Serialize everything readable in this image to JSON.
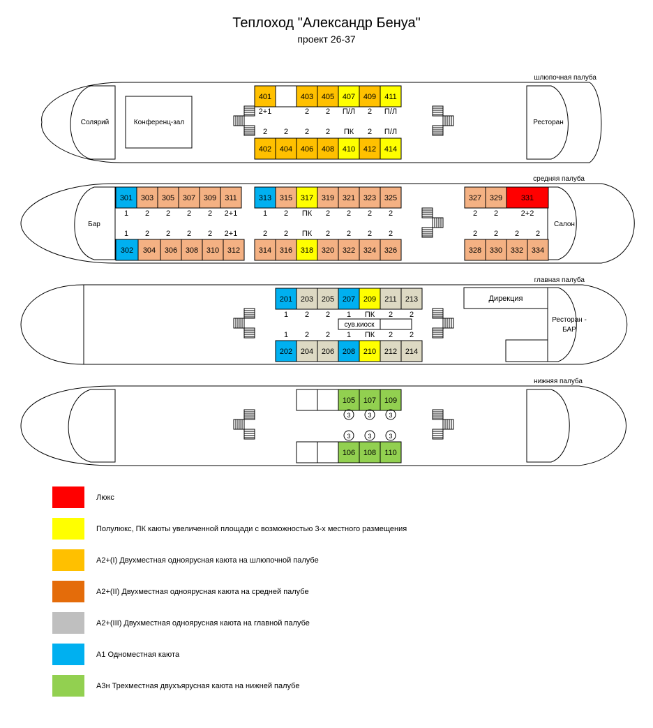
{
  "title": "Теплоход \"Александр Бенуа\"",
  "subtitle": "проект 26-37",
  "colors": {
    "lux": "#ff0000",
    "semilux": "#ffff00",
    "a2_boat": "#ffc000",
    "a2_middle": "#f4b183",
    "a2_main": "#ddd9c3",
    "a1": "#00b0f0",
    "a3n": "#92d050",
    "empty": "#ffffff"
  },
  "decks": {
    "boat": {
      "label": "шлюпочная палуба",
      "solarium": "Солярий",
      "conference": "Конференц-зал",
      "restaurant": "Ресторан",
      "top_cabins": [
        {
          "num": "401",
          "color": "a2_boat"
        },
        {
          "num": "",
          "color": "empty"
        },
        {
          "num": "403",
          "color": "a2_boat"
        },
        {
          "num": "405",
          "color": "a2_boat"
        },
        {
          "num": "407",
          "color": "semilux"
        },
        {
          "num": "409",
          "color": "a2_boat"
        },
        {
          "num": "411",
          "color": "semilux"
        }
      ],
      "top_caps": [
        "2+1",
        "",
        "2",
        "2",
        "П/Л",
        "2",
        "П/Л"
      ],
      "bottom_caps": [
        "2",
        "2",
        "2",
        "2",
        "ПК",
        "2",
        "П/Л"
      ],
      "bottom_cabins": [
        {
          "num": "402",
          "color": "a2_boat"
        },
        {
          "num": "404",
          "color": "a2_boat"
        },
        {
          "num": "406",
          "color": "a2_boat"
        },
        {
          "num": "408",
          "color": "a2_boat"
        },
        {
          "num": "410",
          "color": "semilux"
        },
        {
          "num": "412",
          "color": "a2_boat"
        },
        {
          "num": "414",
          "color": "semilux"
        }
      ]
    },
    "middle": {
      "label": "средняя палуба",
      "bar": "Бар",
      "salon": "Салон",
      "top_left": [
        {
          "num": "301",
          "color": "a1"
        },
        {
          "num": "303",
          "color": "a2_middle"
        },
        {
          "num": "305",
          "color": "a2_middle"
        },
        {
          "num": "307",
          "color": "a2_middle"
        },
        {
          "num": "309",
          "color": "a2_middle"
        },
        {
          "num": "311",
          "color": "a2_middle"
        }
      ],
      "top_left_caps": [
        "1",
        "2",
        "2",
        "2",
        "2",
        "2+1"
      ],
      "bottom_left_caps": [
        "1",
        "2",
        "2",
        "2",
        "2",
        "2+1"
      ],
      "bottom_left": [
        {
          "num": "302",
          "color": "a1"
        },
        {
          "num": "304",
          "color": "a2_middle"
        },
        {
          "num": "306",
          "color": "a2_middle"
        },
        {
          "num": "308",
          "color": "a2_middle"
        },
        {
          "num": "310",
          "color": "a2_middle"
        },
        {
          "num": "312",
          "color": "a2_middle"
        }
      ],
      "top_mid": [
        {
          "num": "313",
          "color": "a1"
        },
        {
          "num": "315",
          "color": "a2_middle"
        },
        {
          "num": "317",
          "color": "semilux"
        },
        {
          "num": "319",
          "color": "a2_middle"
        },
        {
          "num": "321",
          "color": "a2_middle"
        },
        {
          "num": "323",
          "color": "a2_middle"
        },
        {
          "num": "325",
          "color": "a2_middle"
        }
      ],
      "top_mid_caps": [
        "1",
        "2",
        "ПК",
        "2",
        "2",
        "2",
        "2"
      ],
      "bottom_mid_caps": [
        "2",
        "2",
        "ПК",
        "2",
        "2",
        "2",
        "2"
      ],
      "bottom_mid": [
        {
          "num": "314",
          "color": "a2_middle"
        },
        {
          "num": "316",
          "color": "a2_middle"
        },
        {
          "num": "318",
          "color": "semilux"
        },
        {
          "num": "320",
          "color": "a2_middle"
        },
        {
          "num": "322",
          "color": "a2_middle"
        },
        {
          "num": "324",
          "color": "a2_middle"
        },
        {
          "num": "326",
          "color": "a2_middle"
        }
      ],
      "top_right": [
        {
          "num": "327",
          "color": "a2_middle"
        },
        {
          "num": "329",
          "color": "a2_middle"
        },
        {
          "num": "331",
          "color": "lux"
        }
      ],
      "top_right_caps": [
        "2",
        "2",
        "2+2"
      ],
      "bottom_right_caps": [
        "2",
        "2",
        "2",
        "2"
      ],
      "bottom_right": [
        {
          "num": "328",
          "color": "a2_middle"
        },
        {
          "num": "330",
          "color": "a2_middle"
        },
        {
          "num": "332",
          "color": "a2_middle"
        },
        {
          "num": "334",
          "color": "a2_middle"
        }
      ]
    },
    "main": {
      "label": "главная палуба",
      "direction": "Дирекция",
      "restaurant_bar_1": "Ресторан -",
      "restaurant_bar_2": "БАР",
      "kiosk": "сув.киоск",
      "top_cabins": [
        {
          "num": "201",
          "color": "a1"
        },
        {
          "num": "203",
          "color": "a2_main"
        },
        {
          "num": "205",
          "color": "a2_main"
        },
        {
          "num": "207",
          "color": "a1"
        },
        {
          "num": "209",
          "color": "semilux"
        },
        {
          "num": "211",
          "color": "a2_main"
        },
        {
          "num": "213",
          "color": "a2_main"
        }
      ],
      "top_caps": [
        "1",
        "2",
        "2",
        "1",
        "ПК",
        "2",
        "2"
      ],
      "bottom_caps": [
        "1",
        "2",
        "2",
        "1",
        "ПК",
        "2",
        "2"
      ],
      "bottom_cabins": [
        {
          "num": "202",
          "color": "a1"
        },
        {
          "num": "204",
          "color": "a2_main"
        },
        {
          "num": "206",
          "color": "a2_main"
        },
        {
          "num": "208",
          "color": "a1"
        },
        {
          "num": "210",
          "color": "semilux"
        },
        {
          "num": "212",
          "color": "a2_main"
        },
        {
          "num": "214",
          "color": "a2_main"
        }
      ]
    },
    "lower": {
      "label": "нижняя палуба",
      "top_cabins": [
        {
          "num": "",
          "color": "empty"
        },
        {
          "num": "",
          "color": "empty"
        },
        {
          "num": "105",
          "color": "a3n"
        },
        {
          "num": "107",
          "color": "a3n"
        },
        {
          "num": "109",
          "color": "a3n"
        }
      ],
      "bottom_cabins": [
        {
          "num": "",
          "color": "empty"
        },
        {
          "num": "",
          "color": "empty"
        },
        {
          "num": "106",
          "color": "a3n"
        },
        {
          "num": "108",
          "color": "a3n"
        },
        {
          "num": "110",
          "color": "a3n"
        }
      ],
      "top_caps": [
        "3",
        "3",
        "3"
      ],
      "bottom_caps": [
        "3",
        "3",
        "3"
      ]
    }
  },
  "legend": [
    {
      "color": "lux",
      "label": "Люкс"
    },
    {
      "color": "semilux",
      "label": "Полулюкс, ПК каюты увеличенной площади с возможностью 3-х местного размещения"
    },
    {
      "color": "a2_boat",
      "label": "А2+(I) Двухместная одноярусная каюта на шлюпочной палубе"
    },
    {
      "color": "a2_middle",
      "label": "А2+(II) Двухместная одноярусная каюта на средней палубе"
    },
    {
      "color": "a2_main",
      "label": "А2+(III) Двухместная одноярусная каюта на главной палубе"
    },
    {
      "color": "a1",
      "label": "А1 Одноместная каюта"
    },
    {
      "color": "a3n",
      "label": "А3н Трехместная двухъярусная каюта на нижней палубе"
    }
  ],
  "legend_colors": [
    "#ff0000",
    "#ffff00",
    "#ffc000",
    "#e46c0a",
    "#bfbfbf",
    "#00b0f0",
    "#92d050"
  ]
}
